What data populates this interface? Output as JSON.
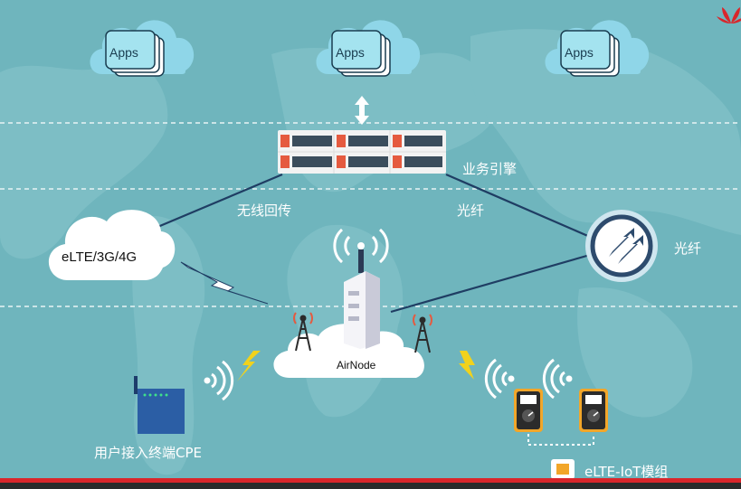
{
  "apps": [
    "Apps",
    "Apps",
    "Apps"
  ],
  "labels": {
    "engine": "业务引擎",
    "wireless_backhaul": "无线回传",
    "fiber_top": "光纤",
    "fiber_right": "光纤",
    "cloud": "eLTE/3G/4G",
    "airnode": "AirNode",
    "cpe": "用户接入终端CPE",
    "iot": "eLTE-IoT模组"
  },
  "colors": {
    "background": "#6fb5bd",
    "cloud_fill": "#8fd6e8",
    "white_cloud": "#ffffff",
    "line": "#1f3d63",
    "lightning": "#f1d21c",
    "server_red": "#e55a3f",
    "brand_red": "#d9262b"
  },
  "icons": [
    "apps-cloud-icon",
    "server-rack-icon",
    "router-icon",
    "base-station-icon",
    "cell-tower-icon",
    "lightning-icon",
    "wifi-signal-icon",
    "cpe-device-icon",
    "meter-device-icon",
    "chip-icon",
    "huawei-logo-icon"
  ]
}
